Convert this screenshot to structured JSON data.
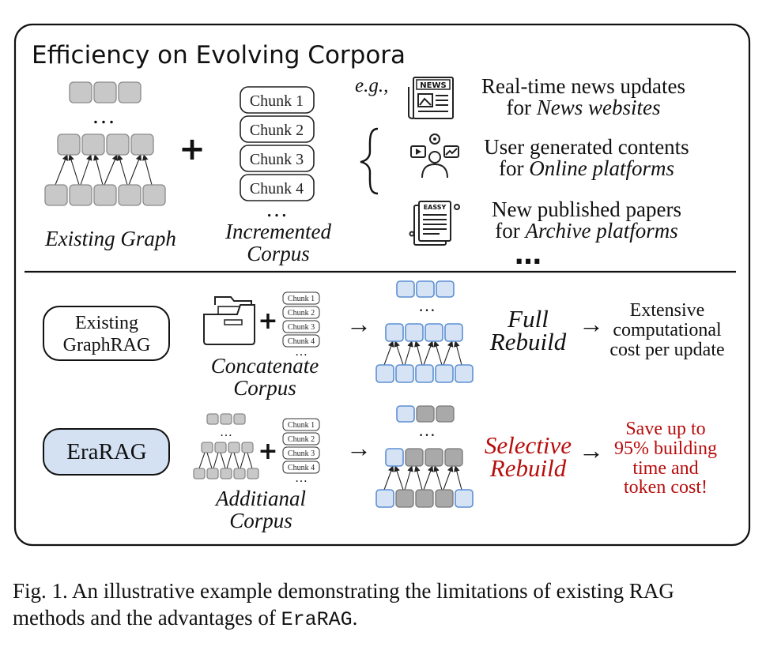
{
  "title": "Efficiency on Evolving Corpora",
  "top": {
    "existing_graph_label": "Existing Graph",
    "incremented_corpus_line1": "Incremented",
    "incremented_corpus_line2": "Corpus",
    "chunks": [
      "Chunk 1",
      "Chunk 2",
      "Chunk 3",
      "Chunk 4"
    ],
    "eg": "e.g.,",
    "examples": [
      {
        "icon": "newspaper-icon",
        "icon_text": "NEWS",
        "line1": "Real-time news updates",
        "line2_prefix": "for ",
        "line2_italic": "News websites"
      },
      {
        "icon": "user-content-icon",
        "line1": "User generated contents",
        "line2_prefix": "for ",
        "line2_italic": "Online platforms"
      },
      {
        "icon": "essay-document-icon",
        "icon_text": "EASSY",
        "line1": "New published papers",
        "line2_prefix": "for ",
        "line2_italic": "Archive platforms"
      }
    ]
  },
  "bottom": {
    "existing": {
      "label_line1": "Existing",
      "label_line2": "GraphRAG",
      "corpus_line1": "Concatenate",
      "corpus_line2": "Corpus",
      "action_line1": "Full",
      "action_line2": "Rebuild",
      "result": [
        "Extensive",
        "computational",
        "cost per update"
      ]
    },
    "erarag": {
      "label": "EraRAG",
      "corpus_line1": "Additianal",
      "corpus_line2": "Corpus",
      "action_line1": "Selective",
      "action_line2": "Rebuild",
      "result": [
        "Save up to",
        "95% building",
        "time and",
        "token cost!"
      ]
    },
    "mini_chunks": [
      "Chunk 1",
      "Chunk 2",
      "Chunk 3",
      "Chunk 4"
    ]
  },
  "caption": {
    "prefix": "Fig. 1.  An illustrative example demonstrating the limitations of existing RAG",
    "line2_start": "methods and the advantages of ",
    "line2_mono": "EraRAG",
    "line2_end": "."
  },
  "colors": {
    "highlight_red": "#b80d0d",
    "blue_node_fill": "#d6e3f4",
    "blue_node_stroke": "#5b8fd3",
    "gray_node": "#c8c8c8",
    "erarag_fill": "#d3e1f3"
  }
}
